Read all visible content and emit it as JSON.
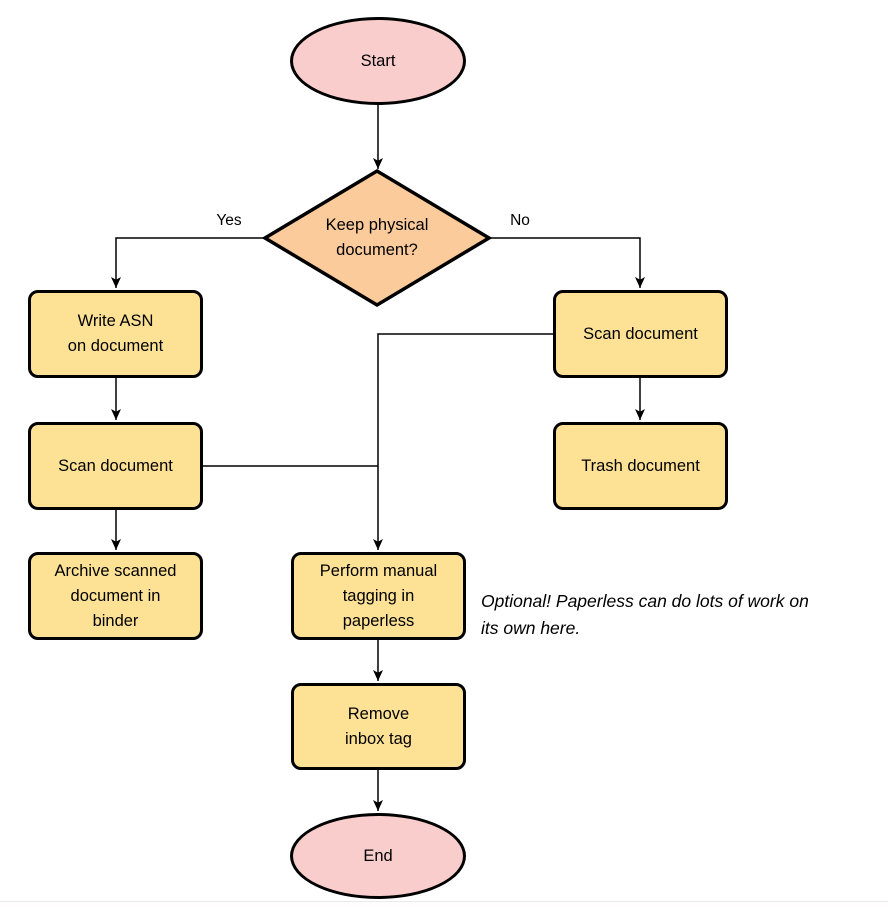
{
  "colors": {
    "terminator_fill": "#f8cdcc",
    "decision_fill": "#fccb9b",
    "process_fill": "#fde296",
    "line_stroke": "#000000"
  },
  "nodes": {
    "start": {
      "type": "terminator",
      "label": "Start"
    },
    "decision": {
      "type": "decision",
      "label": [
        "Keep physical",
        "document?"
      ]
    },
    "write_asn": {
      "type": "process",
      "label": [
        "Write ASN",
        "on document"
      ]
    },
    "scan_left": {
      "type": "process",
      "label": "Scan document"
    },
    "archive": {
      "type": "process",
      "label": [
        "Archive scanned",
        "document in",
        "binder"
      ]
    },
    "scan_right": {
      "type": "process",
      "label": "Scan document"
    },
    "trash": {
      "type": "process",
      "label": "Trash document"
    },
    "tagging": {
      "type": "process",
      "label": [
        "Perform manual",
        "tagging in",
        "paperless"
      ]
    },
    "remove_inbox": {
      "type": "process",
      "label": [
        "Remove",
        "inbox tag"
      ]
    },
    "end": {
      "type": "terminator",
      "label": "End"
    }
  },
  "edge_labels": {
    "yes": "Yes",
    "no": "No"
  },
  "note": {
    "text": [
      "Optional! Paperless can do lots of work on",
      "its own here."
    ]
  }
}
